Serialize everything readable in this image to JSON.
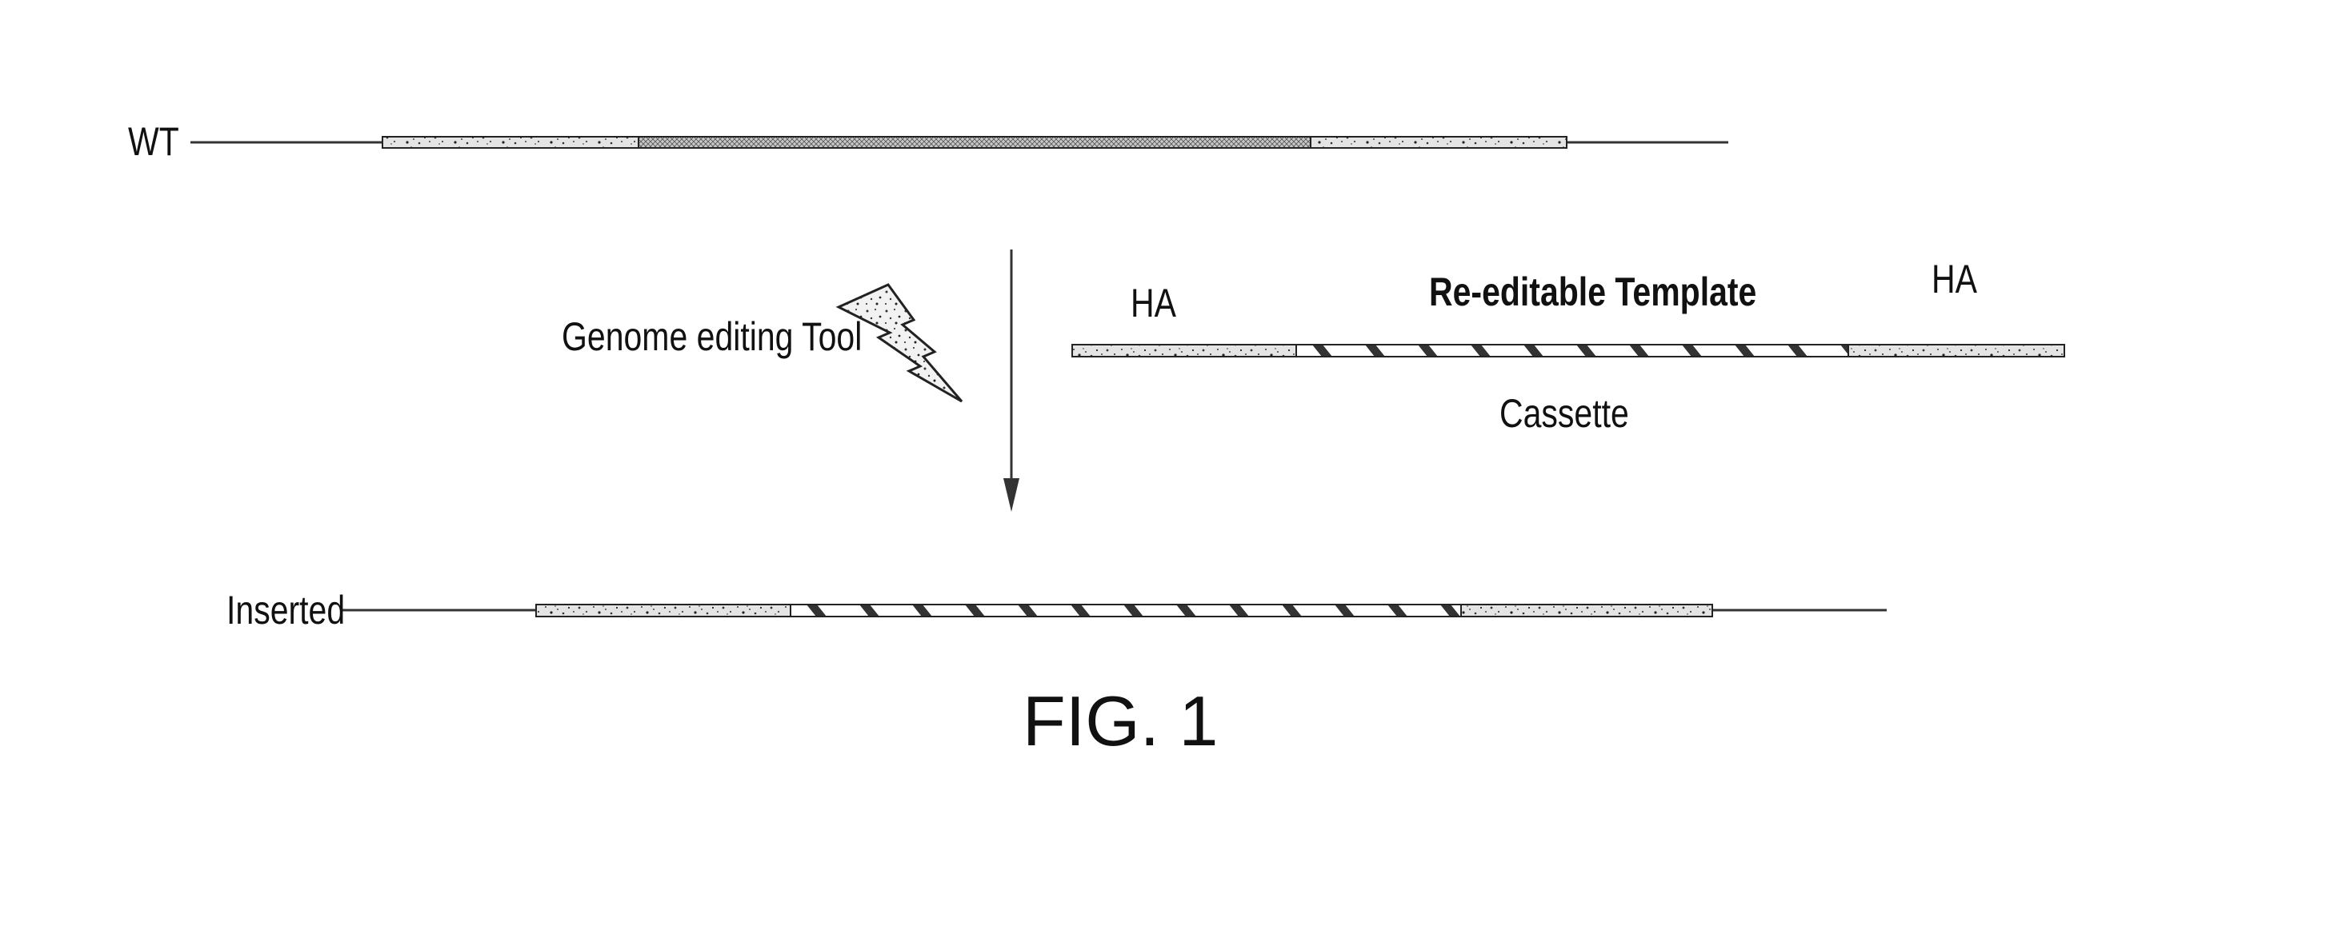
{
  "labels": {
    "wild_type": "WT",
    "inserted": "Inserted",
    "genome_editing_tool": "Genome editing Tool",
    "homology_arm_left": "HA",
    "homology_arm_right": "HA",
    "template": "Re-editable Template",
    "cassette": "Cassette",
    "figure": "FIG. 1"
  },
  "colors": {
    "ink": "#111111",
    "speckle_fill": "#e4e4e4",
    "crosshatch_fill": "#c8c8c8",
    "stripe": "#333333"
  },
  "icons": {
    "tool": "lightning-bolt-icon",
    "process_arrow": "down-arrow-icon"
  }
}
